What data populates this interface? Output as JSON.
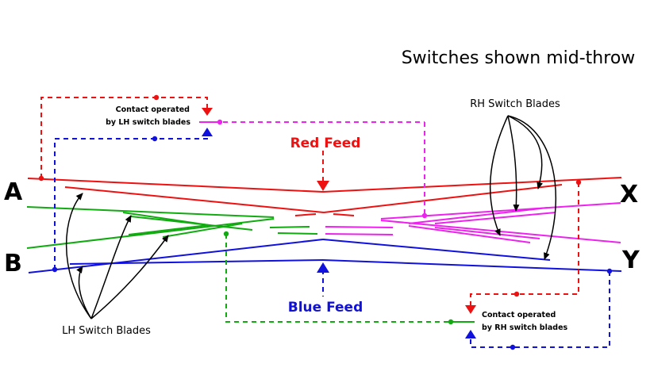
{
  "title": "Switches shown mid-throw",
  "labels": {
    "a": "A",
    "b": "B",
    "x": "X",
    "y": "Y",
    "red_feed": "Red Feed",
    "blue_feed": "Blue Feed",
    "lh_blades": "LH Switch Blades",
    "rh_blades": "RH Switch Blades",
    "lh_contact_1": "Contact operated",
    "lh_contact_2": "by LH switch blades",
    "rh_contact_1": "Contact operated",
    "rh_contact_2": "by RH switch blades"
  },
  "colors": {
    "red": "#ee1111",
    "blue": "#1111dd",
    "green": "#11aa11",
    "magenta": "#ee22ee",
    "black": "#000000"
  }
}
